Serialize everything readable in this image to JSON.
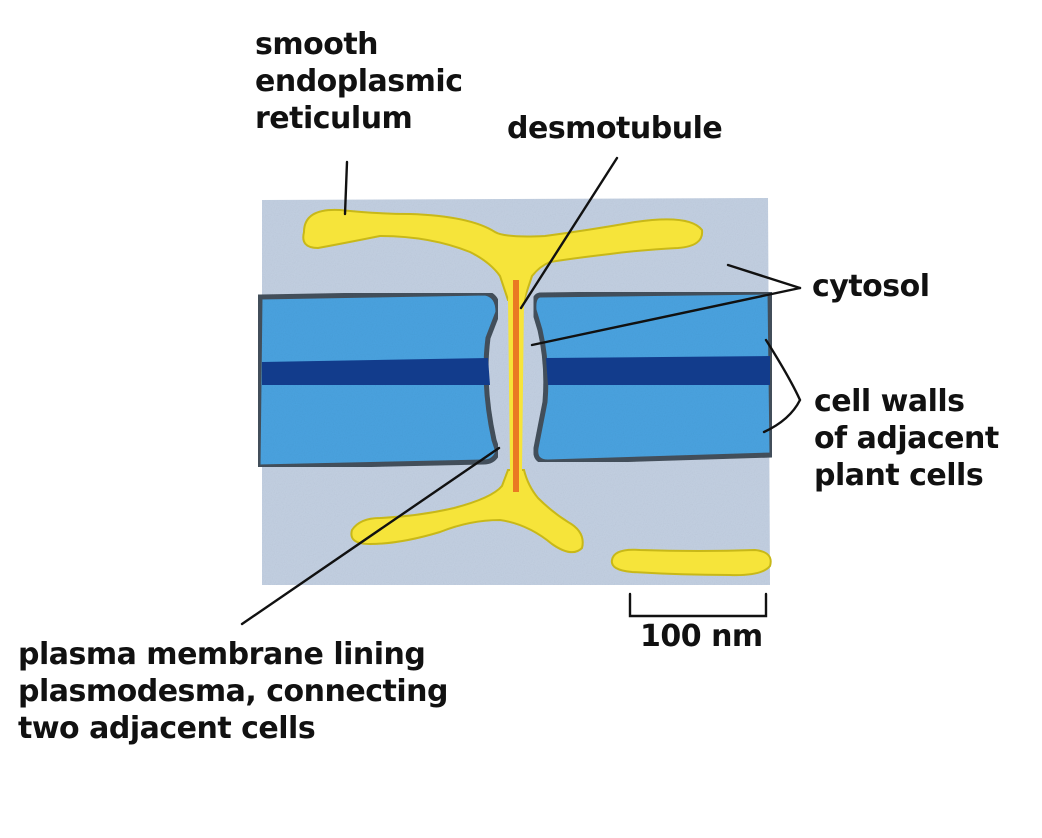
{
  "labels": {
    "smooth_er": [
      "smooth",
      "endoplasmic",
      "reticulum"
    ],
    "desmotubule": "desmotubule",
    "cytosol": "cytosol",
    "cell_walls": [
      "cell walls",
      "of adjacent",
      "plant cells"
    ],
    "plasma_membrane": [
      "plasma membrane lining",
      "plasmodesma, connecting",
      "two adjacent cells"
    ],
    "scale_bar": "100 nm"
  },
  "colors": {
    "cytosol": "#c3d0e2",
    "cell_wall": "#4aa3e0",
    "middle_lamella": "#123c8c",
    "membrane_outline": "#44505c",
    "er": "#f6e43a",
    "er_outline": "#c8b818",
    "desmotubule": "#ea7a22"
  }
}
